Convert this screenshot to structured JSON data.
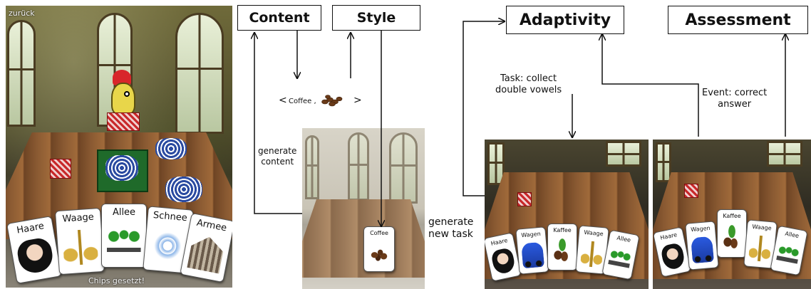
{
  "boxes": {
    "content": "Content",
    "style": "Style",
    "adaptivity": "Adaptivity",
    "assessment": "Assessment"
  },
  "labels": {
    "tuple_open": "<",
    "tuple_word": "Coffee ,",
    "tuple_close": ">",
    "generate_content": [
      "generate",
      "content"
    ],
    "generate_new_task": [
      "generate",
      "new task"
    ],
    "task": [
      "Task: collect",
      "double vowels"
    ],
    "event": [
      "Event: correct",
      "answer"
    ]
  },
  "game1": {
    "back_link": "zurück",
    "status": "Chips gesetzt!",
    "cards": [
      "Haare",
      "Waage",
      "Allee",
      "Schnee",
      "Armee"
    ]
  },
  "game2": {
    "card": "Coffee"
  },
  "game3": {
    "cards": [
      "Haare",
      "Wagen",
      "Kaffee",
      "Waage",
      "Allee"
    ]
  },
  "game4": {
    "cards": [
      "Haare",
      "Wagen",
      "Kaffee",
      "Waage",
      "Allee"
    ]
  },
  "colors": {
    "line": "#111111",
    "chip_red": "#c8282a",
    "chip_blue": "#2a4aa0",
    "mat_green": "#1f6a2a"
  }
}
